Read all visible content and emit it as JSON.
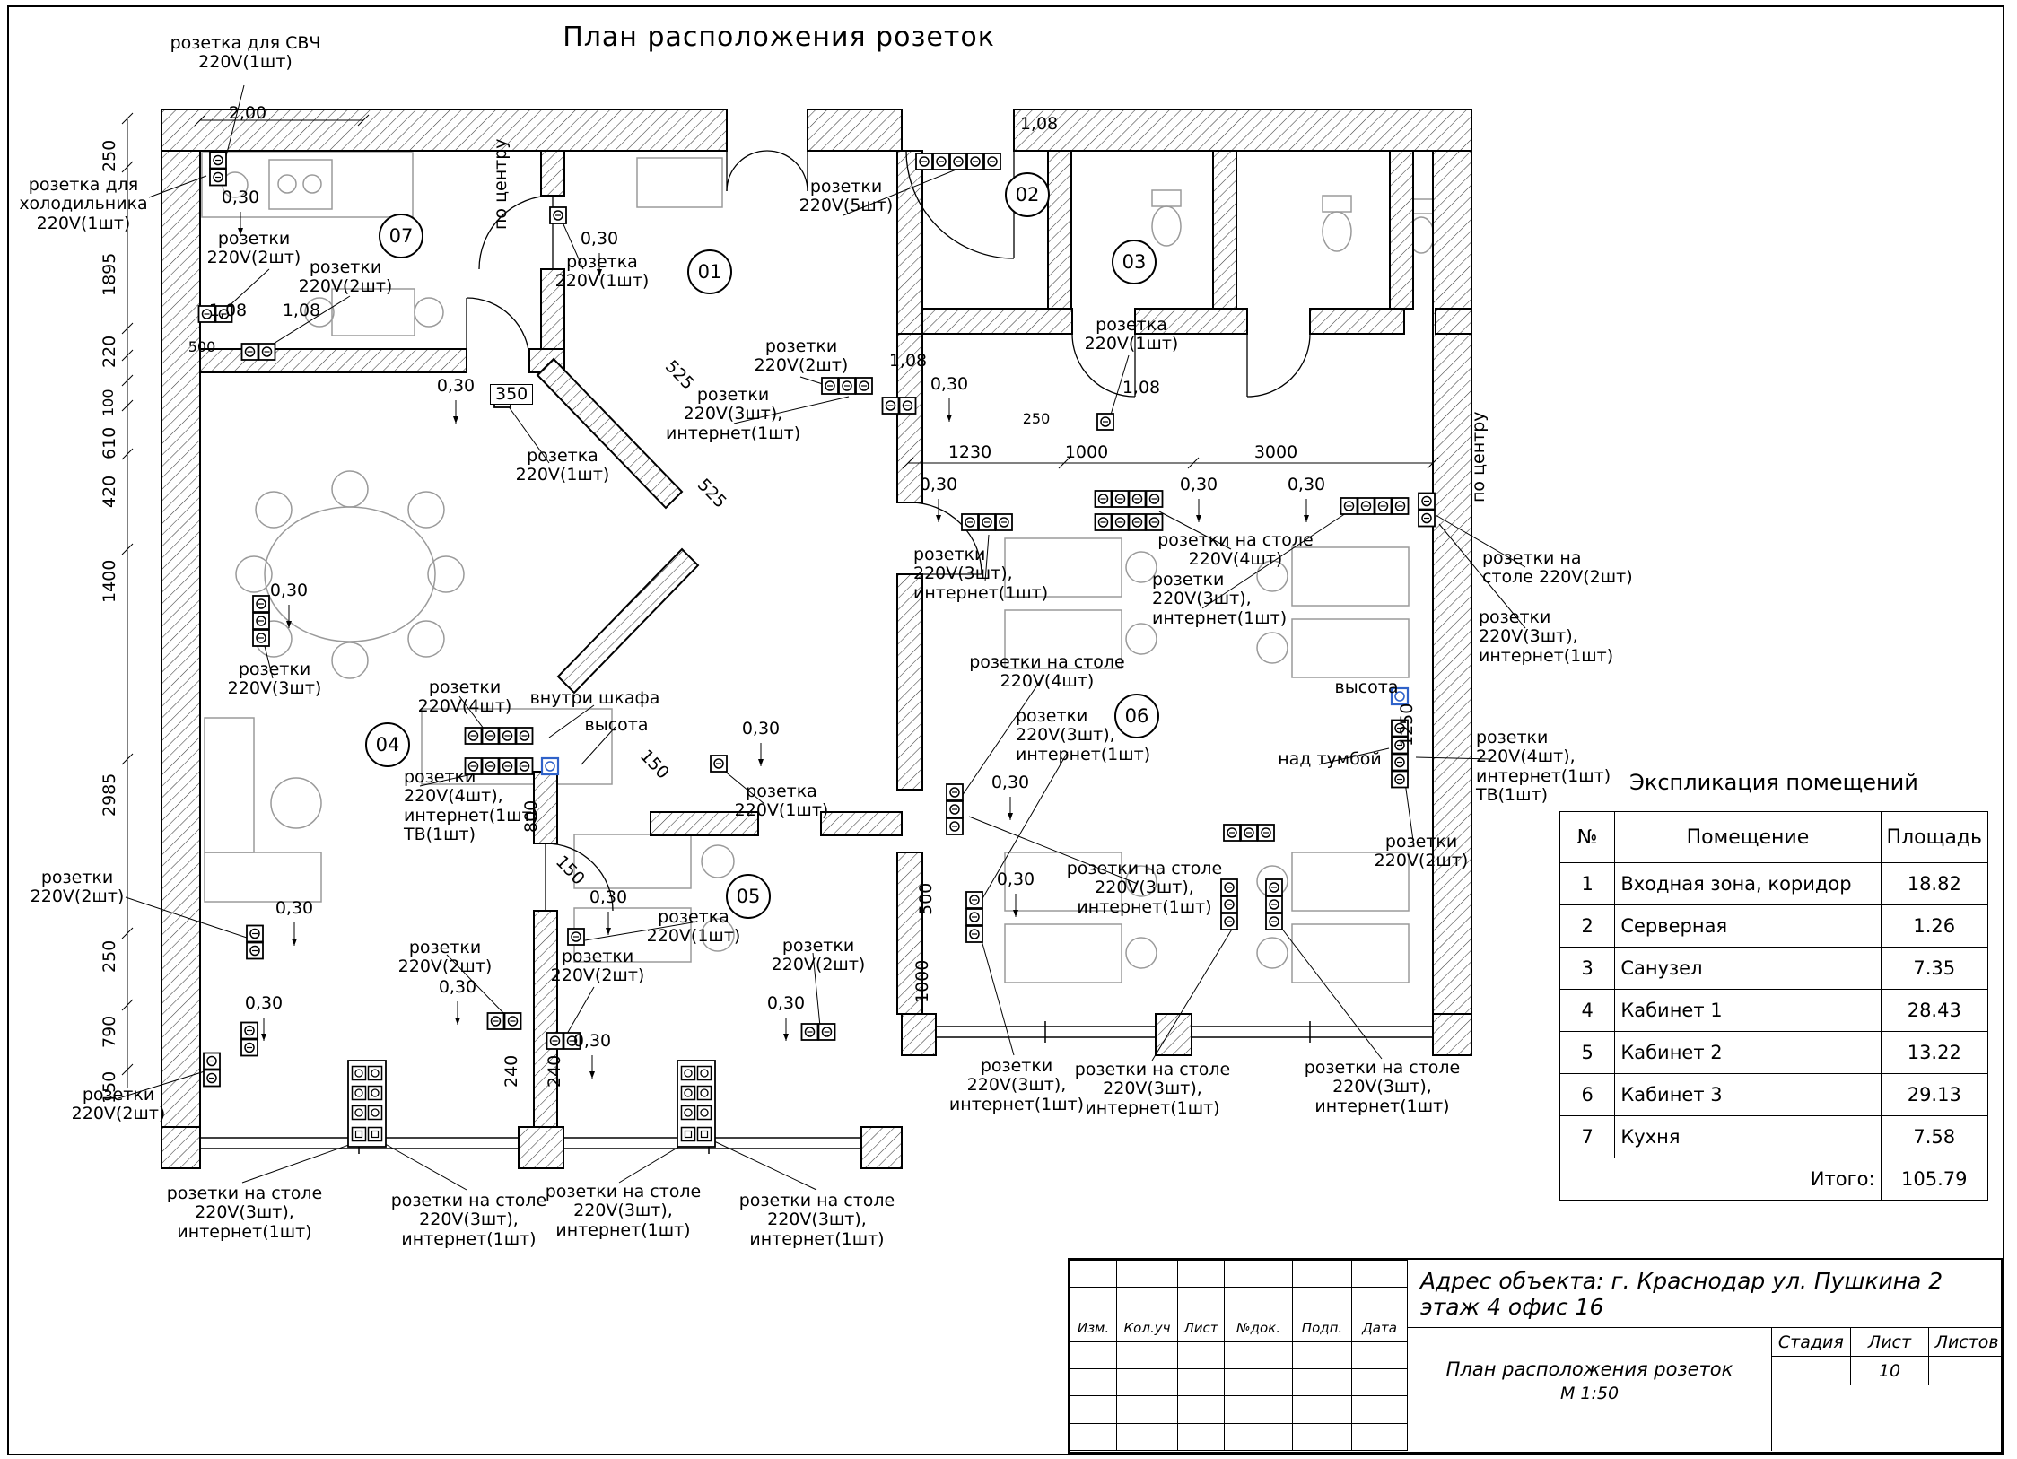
{
  "title": "План расположения розеток",
  "rooms": [
    "07",
    "01",
    "02",
    "03",
    "04",
    "05",
    "06"
  ],
  "dims_left": [
    "250",
    "1895",
    "220",
    "100",
    "610",
    "420",
    "1400",
    "2985",
    "250",
    "790",
    "150"
  ],
  "labels": [
    "розетка для СВЧ\n220V(1шт)",
    "2,00",
    "розетка для\nхолодильника\n220V(1шт)",
    "0,30",
    "розетки\n220V(2шт)",
    "розетки\n220V(2шт)",
    "1,08",
    "1,08",
    "500",
    "по центру",
    "0,30",
    "розетка\n220V(1шт)",
    "1,08",
    "розетки\n220V(5шт)",
    "розетка\n220V(1шт)",
    "розетки\n220V(2шт)",
    "1,08",
    "0,30",
    "розетки\n220V(3шт),\nинтернет(1шт)",
    "1,08",
    "250",
    "0,30",
    "350",
    "розетка\n220V(1шт)",
    "525",
    "525",
    "1230",
    "1000",
    "3000",
    "0,30",
    "0,30",
    "0,30",
    "розетки на столе\n220V(4шт)",
    "розетки\n220V(3шт),\nинтернет(1шт)",
    "розетки\n220V(3шт),\nинтернет(1шт)",
    "розетки на\nстоле 220V(2шт)",
    "розетки\n220V(3шт),\nинтернет(1шт)",
    "по центру",
    "0,30",
    "розетки\n220V(3шт)",
    "розетки\n220V(4шт)",
    "внутри шкафа",
    "высота",
    "800",
    "розетки\n220V(4шт),\nинтернет(1шт)\nТВ(1шт)",
    "150",
    "0,30",
    "розетка\n220V(1шт)",
    "розетки на столе\n220V(4шт)",
    "розетки\n220V(3шт),\nинтернет(1шт)",
    "0,30",
    "высота",
    "1250",
    "над тумбой",
    "розетки\n220V(4шт),\nинтернет(1шт)\nТВ(1шт)",
    "розетки\n220V(2шт)",
    "150",
    "0,30",
    "розетка\n220V(1шт)",
    "0,30",
    "розетки\n220V(2шт)",
    "0,30",
    "розетки\n220V(2шт)",
    "0,30",
    "розетки\n220V(2шт)",
    "0,30",
    "0,30",
    "розетки\n220V(2шт)",
    "240",
    "240",
    "розетки\n220V(2шт)",
    "розетки на столе\n220V(3шт),\nинтернет(1шт)",
    "розетки на столе\n220V(3шт),\nинтернет(1шт)",
    "розетки на столе\n220V(3шт),\nинтернет(1шт)",
    "розетки на столе\n220V(3шт),\nинтернет(1шт)",
    "розетки\n220V(3шт),\nинтернет(1шт)",
    "розетки на столе\n220V(3шт),\nинтернет(1шт)",
    "розетки на столе\n220V(3шт),\nинтернет(1шт)",
    "розетки на столе\n220V(3шт),\nинтернет(1шт)",
    "0,30",
    "500",
    "1000"
  ],
  "legend": {
    "title": "Экспликация помещений",
    "headers": [
      "№",
      "Помещение",
      "Площадь"
    ],
    "rows": [
      [
        "1",
        "Входная зона, коридор",
        "18.82"
      ],
      [
        "2",
        "Серверная",
        "1.26"
      ],
      [
        "3",
        "Санузел",
        "7.35"
      ],
      [
        "4",
        "Кабинет 1",
        "28.43"
      ],
      [
        "5",
        "Кабинет 2",
        "13.22"
      ],
      [
        "6",
        "Кабинет 3",
        "29.13"
      ],
      [
        "7",
        "Кухня",
        "7.58"
      ]
    ],
    "total_label": "Итого:",
    "total_value": "105.79"
  },
  "title_block": {
    "address": "Адрес объекта: г. Краснодар ул. Пушкина 2 этаж 4 офис  16",
    "columns": [
      "Изм.",
      "Кол.уч",
      "Лист",
      "№док.",
      "Подп.",
      "Дата"
    ],
    "drawing_name": "План расположения розеток",
    "scale": "М 1:50",
    "stage_label": "Стадия",
    "sheet_label": "Лист",
    "sheets_label": "Листов",
    "sheet_number": "10"
  }
}
